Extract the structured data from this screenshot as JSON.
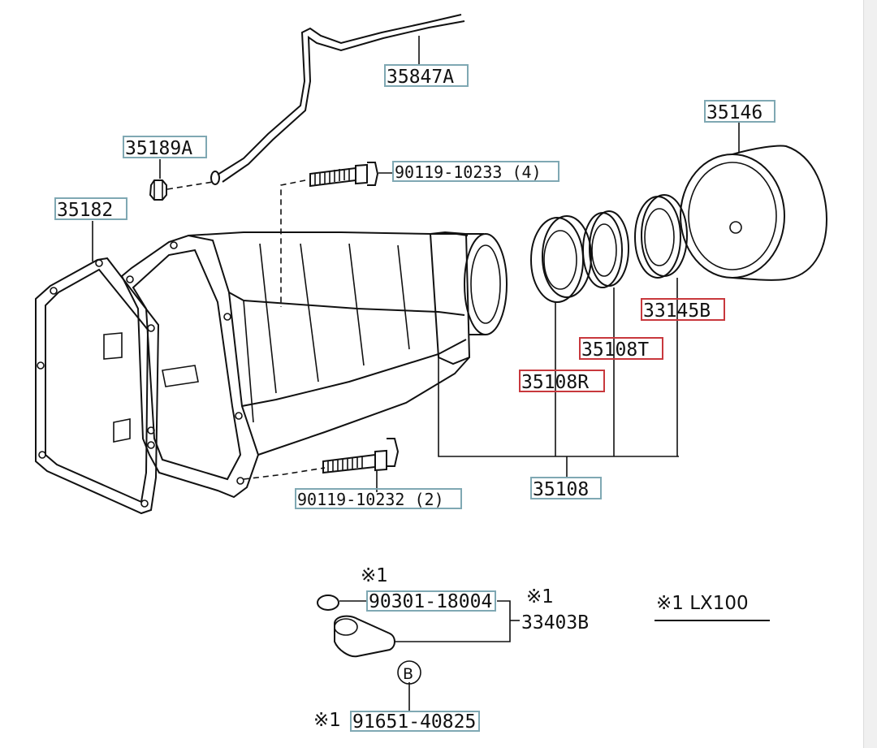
{
  "callouts": {
    "pipe": "35847A",
    "plug": "35189A",
    "gasket": "35182",
    "bolt_top": "90119-10233 (4)",
    "bolt_bottom": "90119-10232 (2)",
    "cover": "35146",
    "bushing_b": "33145B",
    "bushing_t": "35108T",
    "bushing_r": "35108R",
    "seal_kit": "35108",
    "oring": "90301-18004",
    "sleeve_assy": "33403B",
    "bolt_sleeve": "91651-40825"
  },
  "markers": {
    "note1": "※1",
    "circle_b": "B"
  },
  "notes": {
    "legend": "※1 LX100"
  },
  "colors": {
    "label_border": "#7fa8b3",
    "highlight_border": "#c8383d",
    "line": "#111111"
  }
}
